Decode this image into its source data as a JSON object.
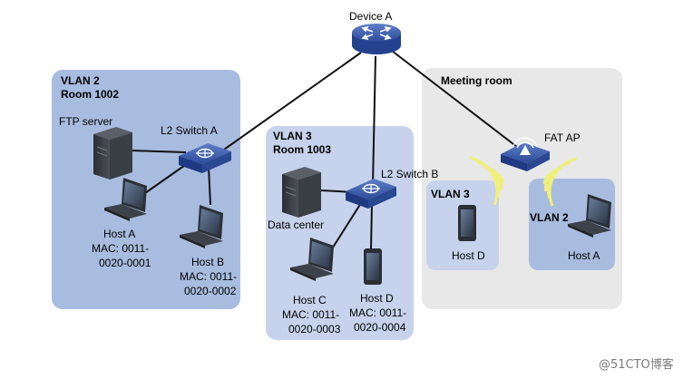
{
  "device_a": {
    "label": "Device A"
  },
  "vlan2_room": {
    "vlan": "VLAN 2",
    "room": "Room 1002"
  },
  "vlan3_room": {
    "vlan": "VLAN 3",
    "room": "Room 1003"
  },
  "meeting_room": {
    "label": "Meeting room"
  },
  "ftp_server": {
    "label": "FTP server"
  },
  "l2_switch_a": {
    "label": "L2 Switch A"
  },
  "l2_switch_b": {
    "label": "L2 Switch B"
  },
  "fat_ap": {
    "label": "FAT AP"
  },
  "data_center": {
    "label": "Data center"
  },
  "host_a_wired": {
    "name": "Host A",
    "mac1": "MAC: 0011-",
    "mac2": "0020-0001"
  },
  "host_b": {
    "name": "Host B",
    "mac1": "MAC: 0011-",
    "mac2": "0020-0002"
  },
  "host_c": {
    "name": "Host C",
    "mac1": "MAC: 0011-",
    "mac2": "0020-0003"
  },
  "host_d_wired": {
    "name": "Host D",
    "mac1": "MAC: 0011-",
    "mac2": "0020-0004"
  },
  "wireless_vlan3": {
    "vlan": "VLAN 3",
    "host": "Host D"
  },
  "wireless_vlan2": {
    "vlan": "VLAN 2",
    "host": "Host A"
  },
  "watermark": "@51CTO博客",
  "colors": {
    "vlan2_bg": "#a8bcdf",
    "vlan3_bg": "#c7d3ec",
    "meeting_bg": "#e8e8e8",
    "device_blue": "#2f4fa0",
    "wifi_yellow": "#f0f07a"
  }
}
